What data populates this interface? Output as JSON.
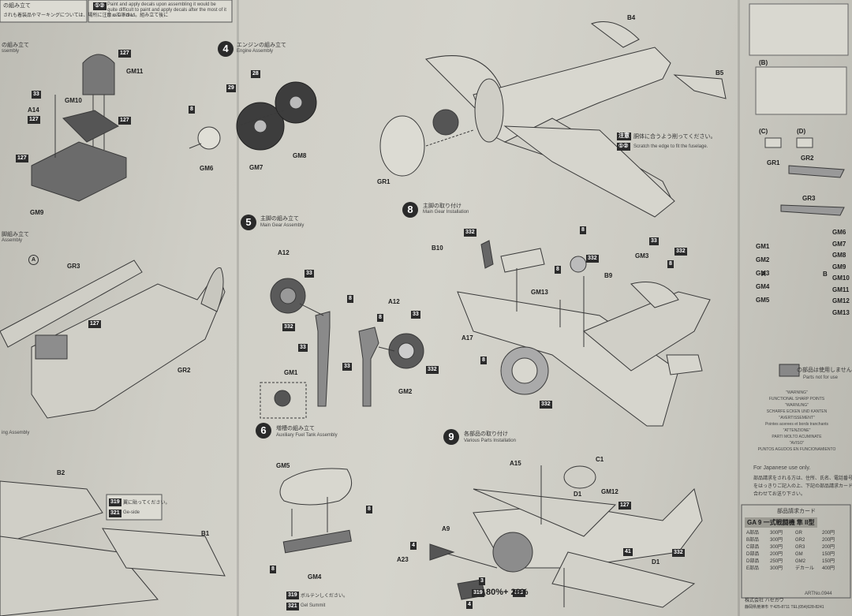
{
  "top": {
    "jp1": "の組み立て",
    "jp2": "されも着装品やマーキングについては、場所に注意って下さい。組み立て後に",
    "paint_note": "Paint and apply decals upon assembling it would be quite difficult to paint and apply decals after the most of it is assembled.",
    "paint_icon": "①②"
  },
  "steps": [
    {
      "num": "4",
      "jp": "エンジンの組み立て",
      "en": "Engine Assembly"
    },
    {
      "num": "5",
      "jp": "主脚の組み立て",
      "en": "Main Gear Assembly"
    },
    {
      "num": "6",
      "jp": "増槽の組み立て",
      "en": "Auxiliary Fuel Tank Assembly"
    },
    {
      "num": "8",
      "jp": "主脚の取り付け",
      "en": "Main Gear Installation"
    },
    {
      "num": "9",
      "jp": "各部品の取り付け",
      "en": "Various Parts Installation"
    }
  ],
  "left_titles": {
    "a": "の組み立て",
    "a_en": "ssembly",
    "b": "脚組み立て",
    "b_en": "Assembly",
    "c": "ing Assembly"
  },
  "fuse_note": {
    "jp": "胴体に合うよう削ってください。",
    "en": "Scratch the edge to fit the fuselage.",
    "icon1": "注意",
    "icon2": "①②"
  },
  "parts": {
    "p127": "127",
    "gm11": "GM11",
    "gm10": "GM10",
    "p33": "33",
    "a14": "A14",
    "gm9": "GM9",
    "p29": "29",
    "p28": "28",
    "p8": "8",
    "gm6": "GM6",
    "gm7": "GM7",
    "gm8": "GM8",
    "gr3": "GR3",
    "gr2": "GR2",
    "gr1": "GR1",
    "a": "A",
    "b4": "B4",
    "b5": "B5",
    "b2": "B2",
    "b1": "B1",
    "a12": "A12",
    "p332": "332",
    "gm1": "GM1",
    "gm2": "GM2",
    "b10": "B10",
    "b9": "B9",
    "gm3": "GM3",
    "gm13": "GM13",
    "a17": "A17",
    "gm5": "GM5",
    "gm4": "GM4",
    "a15": "A15",
    "c1": "C1",
    "d1": "D1",
    "gm12": "GM12",
    "p41": "41",
    "a9": "A9",
    "a23": "A23",
    "p4": "4",
    "p3": "3"
  },
  "mix_note": "80%+  20%",
  "mix_codes": [
    "319",
    "321"
  ],
  "small_boxes": {
    "note1": "翼に貼ってください。",
    "note2": "Ge-side",
    "note3": "ボルテンしください。",
    "note4": "Gel Summit"
  },
  "right_panel": {
    "b": "(B)",
    "c": "(C)",
    "d": "(D)",
    "gr1": "GR1",
    "gr2": "GR2",
    "gr3": "GR3",
    "a_label": "A",
    "b_label": "B",
    "gm_left": [
      "GM1",
      "GM2",
      "GM3",
      "GM4",
      "GM5"
    ],
    "gm_right": [
      "GM6",
      "GM7",
      "GM8",
      "GM9",
      "GM10",
      "GM11",
      "GM12",
      "GM13"
    ],
    "not_use_jp": "の部品は使用しません",
    "not_use_en": "Parts not for use",
    "warnings": [
      "\"WARNING\"",
      "FUNCTIONAL SHARP POINTS",
      "\"WARNUNG\"",
      "SCHARFE ECKEN UND KANTEN",
      "\"AVERTISSEMENT\"",
      "Pointes acerees et bords tranchants",
      "\"ATTENZIONE\"",
      "PARTI MOLTO ACUMINATE",
      "\"AVISO\"",
      "PUNTOS AGUDOS EN FUNCIONAMIENTO"
    ],
    "japanese_only": "For Japanese use only.",
    "jp_lines": [
      "部品請求をされる方は、住所、氏名、電話番号",
      "をはっきりご記入の上、下記の部品請求カードと",
      "合わせてお送り下さい。"
    ],
    "card_title": "部品請求カード",
    "kit_name": "GA 9 一式戦闘機 隼 II型",
    "rows": [
      {
        "name": "A部品",
        "price": "300円",
        "name2": "GR",
        "price2": "200円"
      },
      {
        "name": "B部品",
        "price": "300円",
        "name2": "GR2",
        "price2": "200円"
      },
      {
        "name": "C部品",
        "price": "300円",
        "name2": "GR3",
        "price2": "200円"
      },
      {
        "name": "D部品",
        "price": "200円",
        "name2": "GM",
        "price2": "150円"
      },
      {
        "name": "D部品",
        "price": "250円",
        "name2": "GM2",
        "price2": "150円"
      },
      {
        "name": "E部品",
        "price": "300円",
        "name2": "デカール",
        "price2": "400円"
      }
    ],
    "company": "株式会社 ハセガワ",
    "addr": "静岡県焼津市 〒425-8711 TEL(054)628-8241",
    "art": "ARTNo.0944"
  },
  "colors": {
    "paper": "#d2d1c9",
    "ink": "#2b2b2b",
    "line": "#555555"
  }
}
